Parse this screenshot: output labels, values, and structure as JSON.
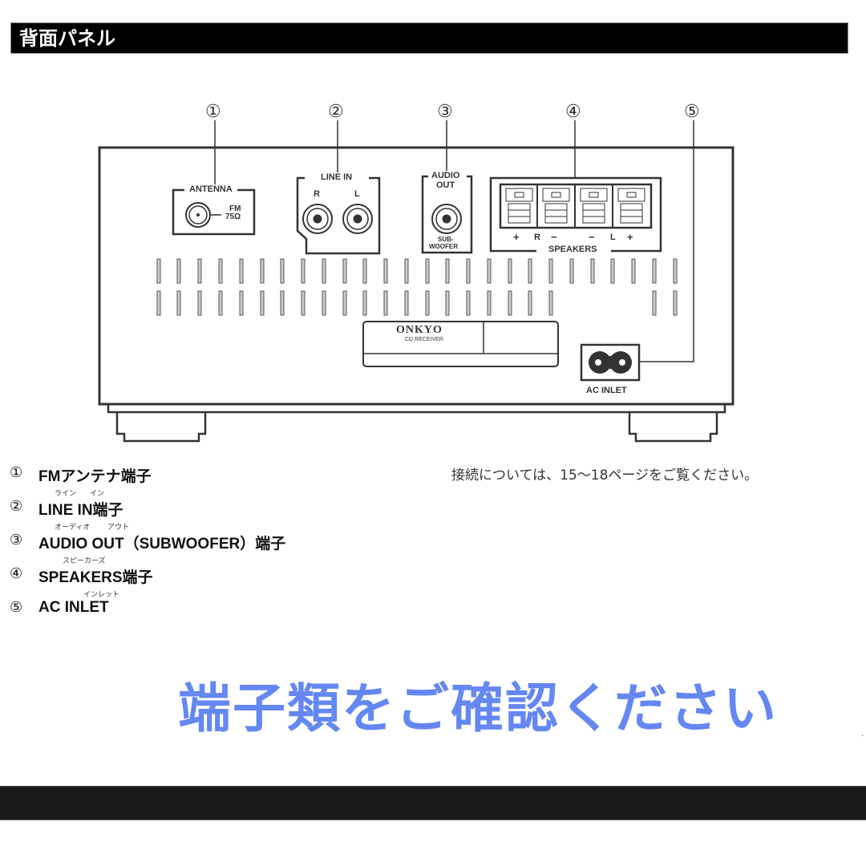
{
  "header": {
    "title": "背面パネル"
  },
  "diagram": {
    "callouts": [
      "①",
      "②",
      "③",
      "④",
      "⑤"
    ],
    "antenna": {
      "title": "ANTENNA",
      "sub1": "FM",
      "sub2": "75Ω"
    },
    "line_in": {
      "title": "LINE IN",
      "r": "R",
      "l": "L"
    },
    "audio_out": {
      "title1": "AUDIO",
      "title2": "OUT",
      "sub1": "SUB-",
      "sub2": "WOOFER"
    },
    "speakers": {
      "title": "SPEAKERS",
      "signs": [
        "+",
        "R",
        "−",
        "−",
        "L",
        "+"
      ]
    },
    "brand": {
      "name": "ONKYO",
      "model": "CD RECEIVER"
    },
    "ac_inlet": {
      "label": "AC INLET"
    }
  },
  "legend": {
    "items": [
      {
        "num": "①",
        "text": "FMアンテナ端子",
        "ruby": []
      },
      {
        "num": "②",
        "text": "LINE IN端子",
        "ruby": [
          {
            "text": "ライン",
            "x": 10
          },
          {
            "text": "イン",
            "x": 62
          }
        ]
      },
      {
        "num": "③",
        "text": "AUDIO OUT（SUBWOOFER）端子",
        "ruby": [
          {
            "text": "オーディオ",
            "x": 10
          },
          {
            "text": "アウト",
            "x": 84
          }
        ]
      },
      {
        "num": "④",
        "text": "SPEAKERS端子",
        "ruby": [
          {
            "text": "スピーカーズ",
            "x": 30
          }
        ]
      },
      {
        "num": "⑤",
        "text": "AC INLET",
        "ruby": [
          {
            "text": "インレット",
            "x": 56
          }
        ]
      }
    ]
  },
  "note": "接続については、15～18ページをご覧ください。",
  "overlay_message": "端子類をご確認ください",
  "colors": {
    "overlay_text": "#6487f2",
    "header_bg": "#000000",
    "footer_bg": "#1a1a1a"
  }
}
